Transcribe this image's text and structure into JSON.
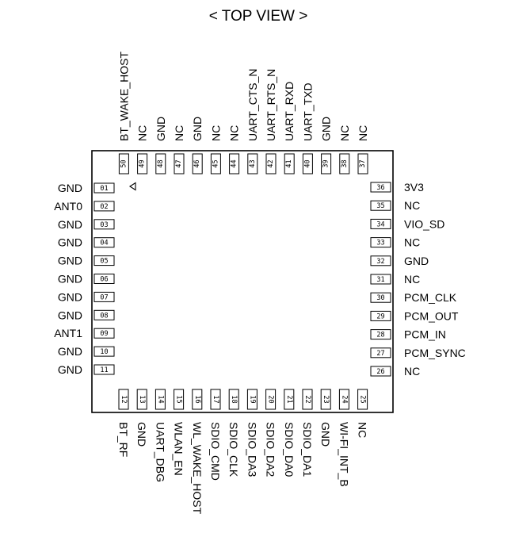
{
  "title": "< TOP VIEW >",
  "pins": {
    "left": [
      {
        "num": "01",
        "name": "GND"
      },
      {
        "num": "02",
        "name": "ANT0"
      },
      {
        "num": "03",
        "name": "GND"
      },
      {
        "num": "04",
        "name": "GND"
      },
      {
        "num": "05",
        "name": "GND"
      },
      {
        "num": "06",
        "name": "GND"
      },
      {
        "num": "07",
        "name": "GND"
      },
      {
        "num": "08",
        "name": "GND"
      },
      {
        "num": "09",
        "name": "ANT1"
      },
      {
        "num": "10",
        "name": "GND"
      },
      {
        "num": "11",
        "name": "GND"
      }
    ],
    "bottom": [
      {
        "num": "12",
        "name": "BT_RF"
      },
      {
        "num": "13",
        "name": "GND"
      },
      {
        "num": "14",
        "name": "UART_DBG"
      },
      {
        "num": "15",
        "name": "WLAN_EN"
      },
      {
        "num": "16",
        "name": "WL_WAKE_HOST"
      },
      {
        "num": "17",
        "name": "SDIO_CMD"
      },
      {
        "num": "18",
        "name": "SDIO_CLK"
      },
      {
        "num": "19",
        "name": "SDIO_DA3"
      },
      {
        "num": "20",
        "name": "SDIO_DA2"
      },
      {
        "num": "21",
        "name": "SDIO_DA0"
      },
      {
        "num": "22",
        "name": "SDIO_DA1"
      },
      {
        "num": "23",
        "name": "GND"
      },
      {
        "num": "24",
        "name": "WI-FI_INT_B"
      },
      {
        "num": "25",
        "name": "NC"
      }
    ],
    "right": [
      {
        "num": "26",
        "name": "NC"
      },
      {
        "num": "27",
        "name": "PCM_SYNC"
      },
      {
        "num": "28",
        "name": "PCM_IN"
      },
      {
        "num": "29",
        "name": "PCM_OUT"
      },
      {
        "num": "30",
        "name": "PCM_CLK"
      },
      {
        "num": "31",
        "name": "NC"
      },
      {
        "num": "32",
        "name": "GND"
      },
      {
        "num": "33",
        "name": "NC"
      },
      {
        "num": "34",
        "name": "VIO_SD"
      },
      {
        "num": "35",
        "name": "NC"
      },
      {
        "num": "36",
        "name": "3V3"
      }
    ],
    "top": [
      {
        "num": "37",
        "name": "NC"
      },
      {
        "num": "38",
        "name": "NC"
      },
      {
        "num": "39",
        "name": "GND"
      },
      {
        "num": "40",
        "name": "UART_TXD"
      },
      {
        "num": "41",
        "name": "UART_RXD"
      },
      {
        "num": "42",
        "name": "UART_RTS_N"
      },
      {
        "num": "43",
        "name": "UART_CTS_N"
      },
      {
        "num": "44",
        "name": "NC"
      },
      {
        "num": "45",
        "name": "NC"
      },
      {
        "num": "46",
        "name": "GND"
      },
      {
        "num": "47",
        "name": "NC"
      },
      {
        "num": "48",
        "name": "GND"
      },
      {
        "num": "49",
        "name": "NC"
      },
      {
        "num": "50",
        "name": "BT_WAKE_HOST"
      }
    ]
  }
}
